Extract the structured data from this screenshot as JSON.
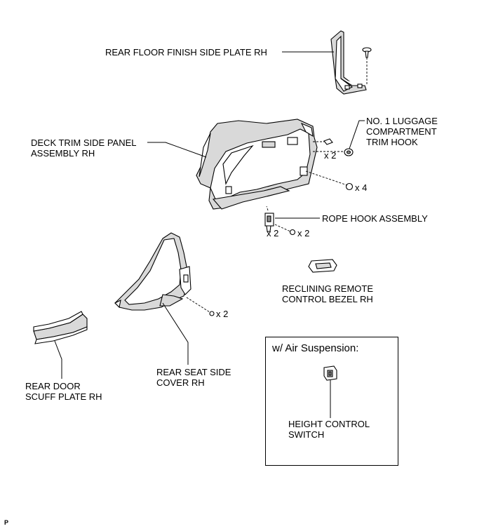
{
  "labels": {
    "rear_floor_finish": "REAR FLOOR FINISH SIDE PLATE RH",
    "luggage_hook_1": "NO. 1 LUGGAGE",
    "luggage_hook_2": "COMPARTMENT",
    "luggage_hook_3": "TRIM HOOK",
    "deck_trim_1": "DECK TRIM SIDE PANEL",
    "deck_trim_2": "ASSEMBLY RH",
    "rope_hook": "ROPE HOOK ASSEMBLY",
    "reclining_1": "RECLINING REMOTE",
    "reclining_2": "CONTROL BEZEL RH",
    "rear_seat_1": "REAR SEAT SIDE",
    "rear_seat_2": "COVER RH",
    "rear_door_1": "REAR DOOR",
    "rear_door_2": "SCUFF PLATE RH",
    "height_1": "HEIGHT CONTROL",
    "height_2": "SWITCH"
  },
  "quantities": {
    "deck_clip": "x 2",
    "deck_screw": "x 4",
    "rope_bolt": "x 2",
    "rope_clip": "x 2",
    "seat_clip": "x 2"
  },
  "inset": {
    "title": "w/ Air Suspension:"
  },
  "footer": {
    "code": "P"
  }
}
